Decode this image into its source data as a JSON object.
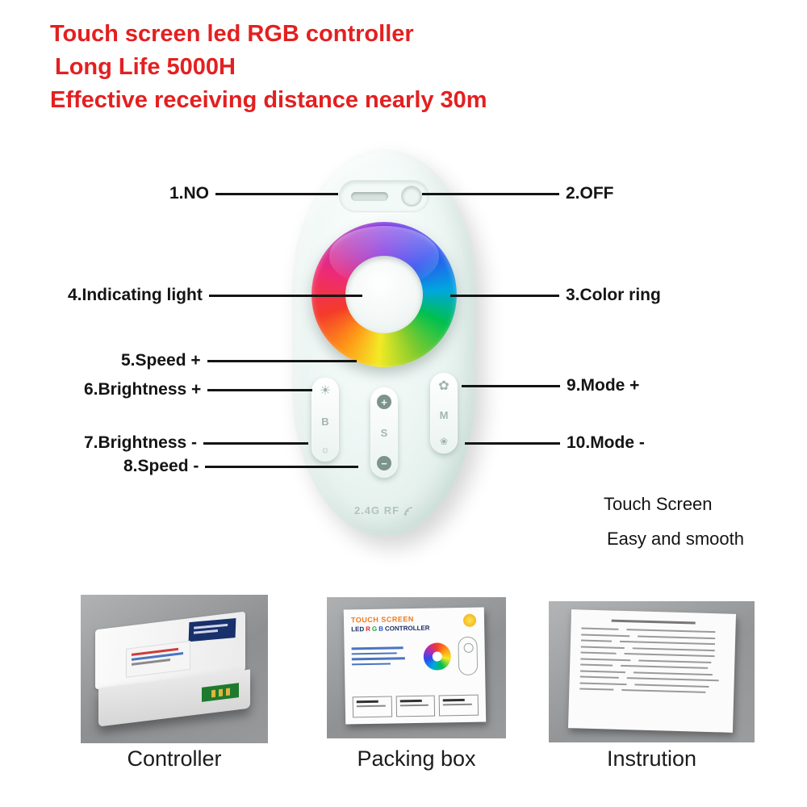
{
  "title": {
    "line1": "Touch screen led RGB controller",
    "line2": "Long Life 5000H",
    "line3": "Effective receiving distance nearly 30m"
  },
  "callouts": {
    "no": "1.NO",
    "off": "2.OFF",
    "color_ring": "3.Color ring",
    "indicating_light": "4.Indicating light",
    "speed_plus": "5.Speed +",
    "brightness_plus": "6.Brightness +",
    "brightness_minus": "7.Brightness -",
    "speed_minus": "8.Speed -",
    "mode_plus": "9.Mode +",
    "mode_minus": "10.Mode -"
  },
  "remote": {
    "button_b": "B",
    "button_s": "S",
    "button_m": "M",
    "rf_label": "2.4G RF"
  },
  "icons": {
    "brightness_plus": "☀",
    "brightness_minus": "☼",
    "mode_plus": "✿",
    "mode_minus": "❀",
    "speed_plus": "+",
    "speed_minus": "−"
  },
  "tagline": {
    "line1": "Touch Screen",
    "line2": "Easy and smooth"
  },
  "packing_box_print": {
    "header1": "TOUCH SCREEN",
    "led": "LED",
    "r": "R",
    "g": "G",
    "b": "B",
    "controller": "CONTROLLER"
  },
  "product_labels": [
    "Controller",
    "Packing box",
    "Instrution"
  ],
  "colors": {
    "title_red": "#e32020",
    "photo_background_grey": "#939597"
  }
}
